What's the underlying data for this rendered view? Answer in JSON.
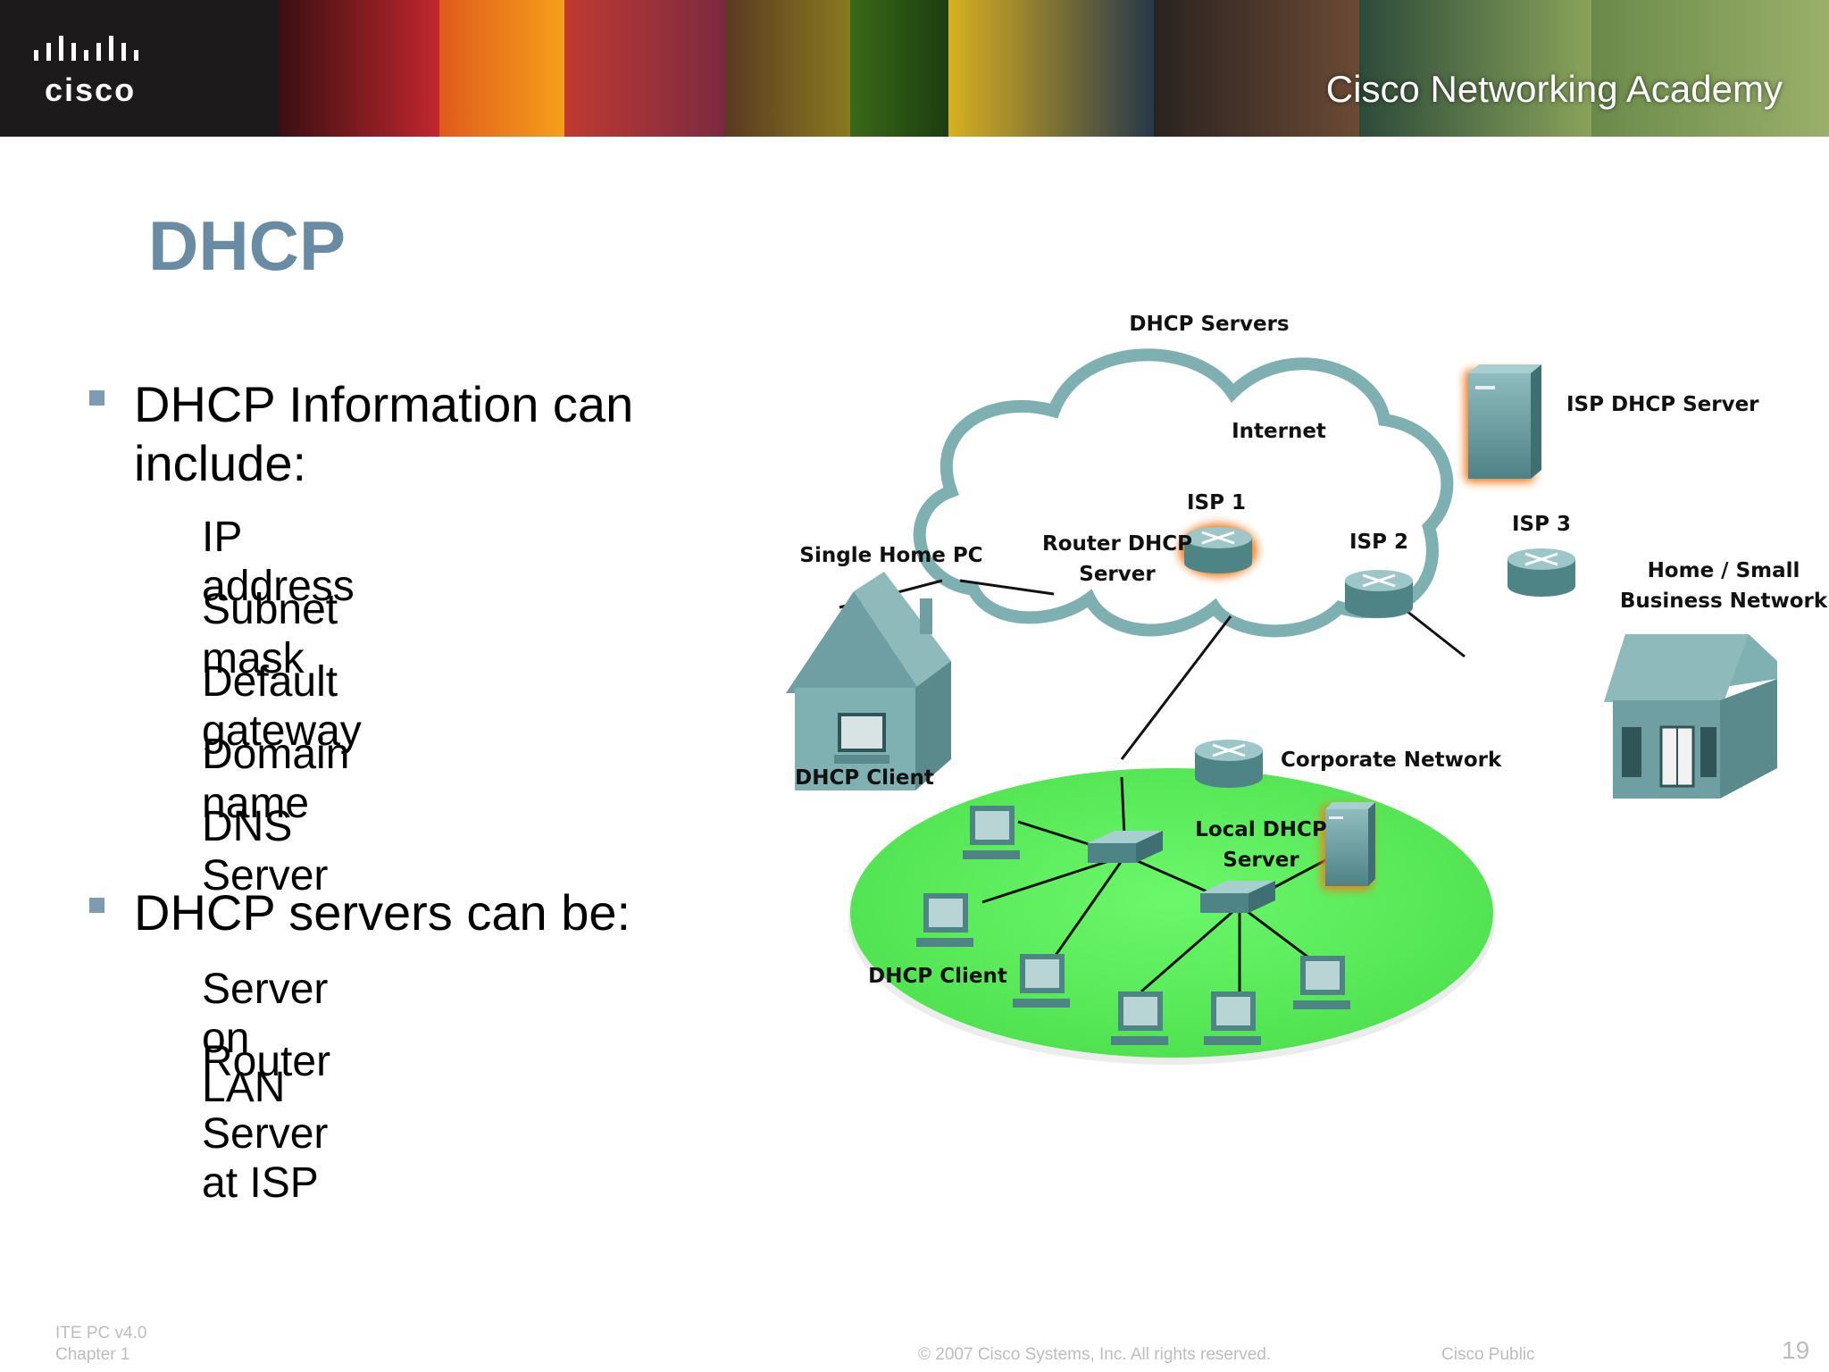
{
  "banner": {
    "logo_text": "cisco",
    "academy_text": "Cisco Networking Academy"
  },
  "slide": {
    "title": "DHCP",
    "sections": [
      {
        "heading": "DHCP Information can include:",
        "items": [
          "IP address",
          "Subnet mask",
          "Default gateway",
          "Domain name",
          "DNS Server"
        ]
      },
      {
        "heading": "DHCP servers can be:",
        "items": [
          "Server on LAN",
          "Router",
          "Server at ISP"
        ]
      }
    ]
  },
  "diagram": {
    "dhcp_servers": "DHCP Servers",
    "internet": "Internet",
    "isp_dhcp_server": "ISP DHCP Server",
    "isp1": "ISP 1",
    "isp2": "ISP 2",
    "isp3": "ISP 3",
    "single_home_pc": "Single Home PC",
    "router_dhcp_line1": "Router DHCP",
    "router_dhcp_line2": "Server",
    "home_small_line1": "Home / Small",
    "home_small_line2": "Business Network",
    "corporate_network": "Corporate Network",
    "local_dhcp_line1": "Local DHCP",
    "local_dhcp_line2": "Server",
    "dhcp_client_home": "DHCP Client",
    "dhcp_client_lan": "DHCP Client"
  },
  "footer": {
    "course_line1": "ITE PC v4.0",
    "course_line2": "Chapter 1",
    "copyright": "© 2007 Cisco Systems, Inc. All rights reserved.",
    "classification": "Cisco Public",
    "page_number": "19"
  },
  "colors": {
    "title": "#6a8ba4",
    "bullet": "#7f9bb2",
    "lan_ellipse": "#5cf45c",
    "device": "#5e9396",
    "highlight": "#f07a1e"
  },
  "icons": [
    "cisco-logo",
    "cloud",
    "router-icon",
    "server-icon",
    "switch-icon",
    "pc-icon",
    "house-icon"
  ]
}
